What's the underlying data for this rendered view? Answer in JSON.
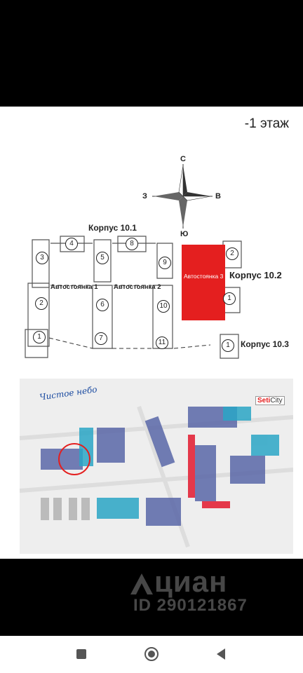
{
  "floor_label": "-1 этаж",
  "compass": {
    "north": "С",
    "south": "Ю",
    "west": "З",
    "east": "В"
  },
  "buildings": {
    "korpus_10_1": "Корпус 10.1",
    "korpus_10_2": "Корпус 10.2",
    "korpus_10_3": "Корпус 10.3"
  },
  "parking": {
    "p1": "Автостоянка 1",
    "p2": "Автостоянка 2",
    "p3": "Автостоянка 3"
  },
  "sections_10_1": [
    "1",
    "2",
    "3",
    "4",
    "5",
    "6",
    "7",
    "8",
    "9",
    "10",
    "11"
  ],
  "sections_10_2": [
    "1",
    "2"
  ],
  "sections_10_3": [
    "1"
  ],
  "overview_logo": {
    "prefix": "Seti",
    "suffix": "City"
  },
  "brand_logo": "Чистое небо",
  "watermark": {
    "brand": "циан",
    "id": "ID 290121867"
  },
  "colors": {
    "highlight": "#e41f1f",
    "background": "#000000",
    "card": "#ffffff"
  },
  "nav_icons": [
    "recent-apps-icon",
    "home-icon",
    "back-icon"
  ]
}
